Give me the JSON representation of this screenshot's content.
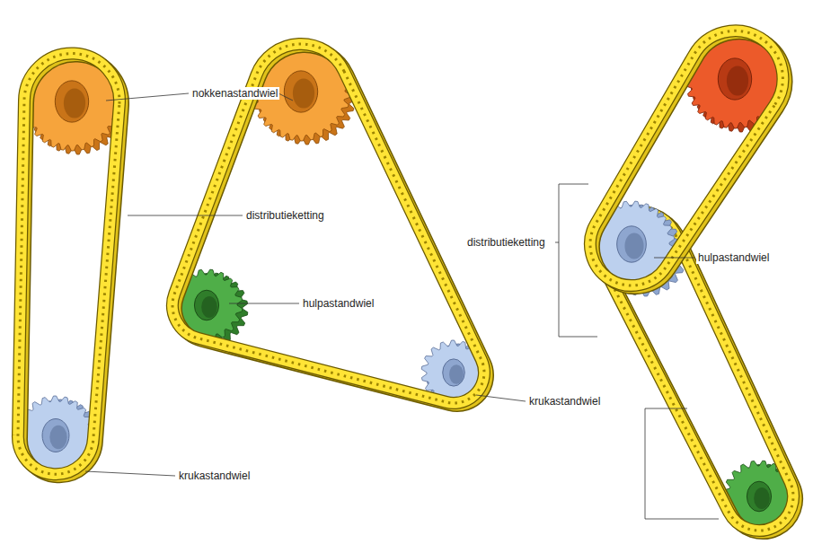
{
  "diagram": {
    "labels": [
      "nokkenastandwiel",
      "distributieketting",
      "hulpastandwiel",
      "krukastandwiel",
      "distributieketting",
      "hulpastandwiel",
      "krukastandwiel"
    ]
  }
}
